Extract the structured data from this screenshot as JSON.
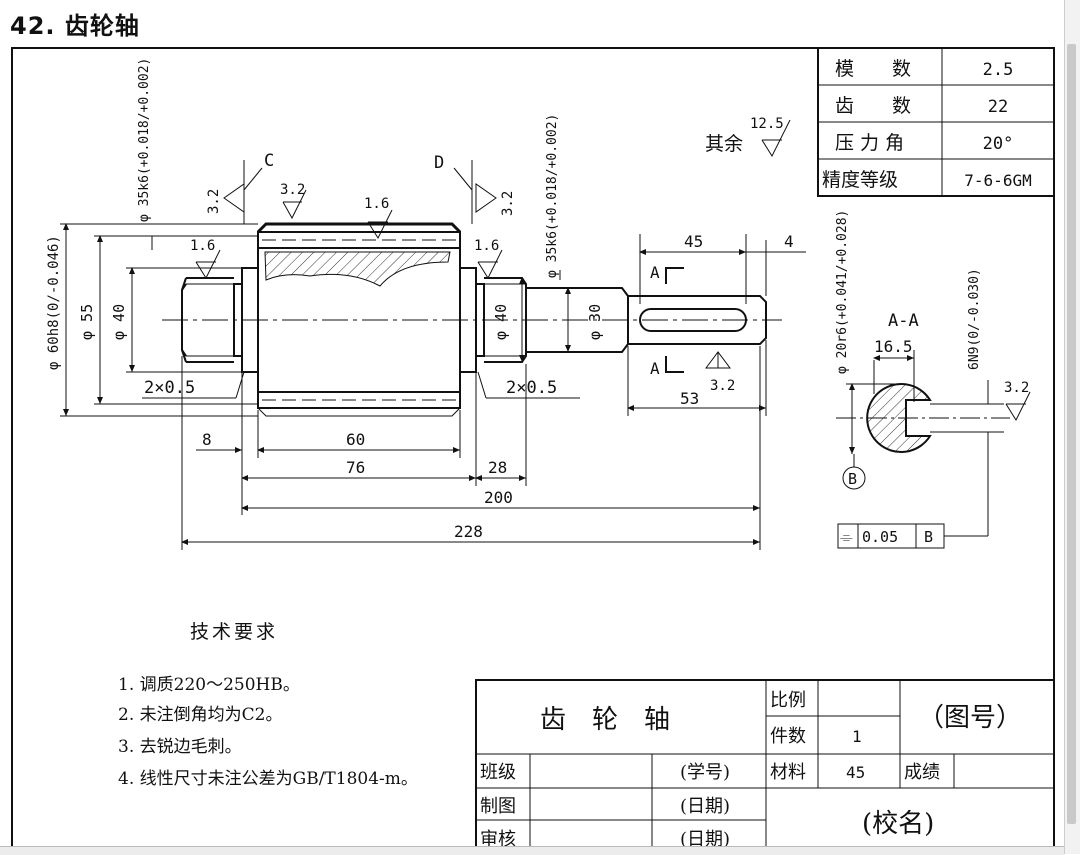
{
  "title": "42. 齿轮轴",
  "params": [
    {
      "label": "模　　数",
      "value": "2.5"
    },
    {
      "label": "齿　　数",
      "value": "22"
    },
    {
      "label": "压 力 角",
      "value": "20°"
    },
    {
      "label": "精度等级",
      "value": "7-6-6GM"
    }
  ],
  "roughness": {
    "other_label": "其余",
    "other_value": "12.5",
    "values": [
      "3.2",
      "3.2",
      "1.6",
      "3.2",
      "1.6",
      "1.6",
      "3.2",
      "3.2"
    ]
  },
  "section_marks": {
    "c": "C",
    "d": "D",
    "a_top": "A",
    "a_bottom": "A",
    "section_title": "A-A",
    "datum": "B"
  },
  "diameters": {
    "d35k6_left": "φ 35k6(+0.018/+0.002)",
    "d35k6_right": "φ 35k6(+0.018/+0.002)",
    "d60h8": "φ 60h8(0/-0.046)",
    "d55": "φ 55",
    "d40_left": "φ 40",
    "d40_right": "φ 40",
    "d30": "φ 30",
    "d20r6": "φ 20r6(+0.041/+0.028)",
    "key_n9": "6N9(0/-0.030)",
    "section_depth": "16.5"
  },
  "dimensions": {
    "chamfer_left": "2×0.5",
    "chamfer_right": "2×0.5",
    "d45": "45",
    "d4": "4",
    "d53": "53",
    "d8": "8",
    "d60": "60",
    "d76": "76",
    "d28": "28",
    "d200": "200",
    "d228": "228"
  },
  "tolerance_frame": {
    "symbol": "⌯",
    "value": "0.05",
    "datum": "B"
  },
  "requirements": {
    "title": "技术要求",
    "items": [
      "1. 调质220～250HB。",
      "2. 未注倒角均为C2。",
      "3. 去锐边毛刺。",
      "4. 线性尺寸未注公差为GB/T1804-m。"
    ]
  },
  "title_block": {
    "part_name": "齿　轮　轴",
    "scale_label": "比例",
    "scale_value": "",
    "qty_label": "件数",
    "qty_value": "1",
    "drawing_no": "（图号）",
    "class_label": "班级",
    "student_no": "(学号)",
    "material_label": "材料",
    "material_value": "45",
    "grade_label": "成绩",
    "drawn_label": "制图",
    "drawn_date": "(日期)",
    "checked_label": "审核",
    "checked_date": "(日期)",
    "school": "(校名)"
  }
}
